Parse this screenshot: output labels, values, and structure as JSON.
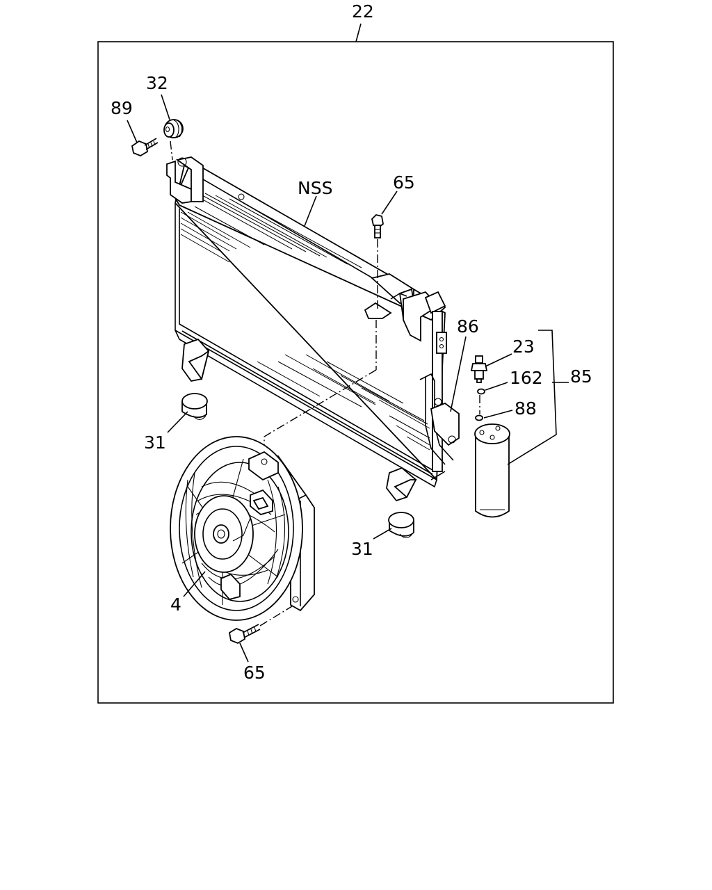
{
  "diagram": {
    "callouts": {
      "assembly": "22",
      "cushion_top": "32",
      "bolt_top_left": "89",
      "condenser": "NSS",
      "bolt_center": "65",
      "bracket_receiver": "86",
      "pressure_switch": "23",
      "o_ring_162": "162",
      "receiver_drier": "85",
      "o_ring_88": "88",
      "cushion_left": "31",
      "cushion_right": "31",
      "fan_motor": "4",
      "bolt_bottom": "65"
    }
  }
}
